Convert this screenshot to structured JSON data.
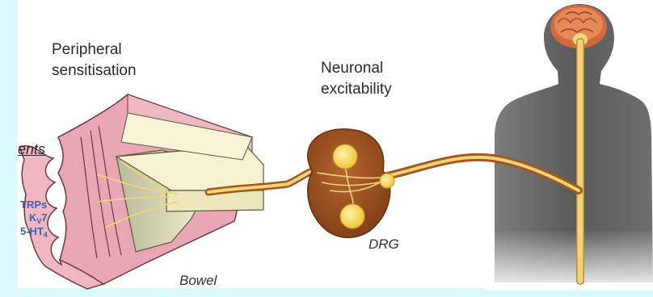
{
  "labels": {
    "peripheral_line1": "Peripheral",
    "peripheral_line2": "sensitisation",
    "neuronal_line1": "Neuronal",
    "neuronal_line2": "excitability",
    "cut_label": "ents",
    "drg": "DRG",
    "bowel": "Bowel"
  },
  "receptors": {
    "trp": "TRPs",
    "kv_base": "K",
    "kv_sub": "V",
    "kv_suffix": "7",
    "ht_base": "5-HT",
    "ht_sub": "4"
  },
  "colors": {
    "frame": "#d9f7fc",
    "body_silhouette": "#6e6e6e",
    "nerve": "#f3d27a",
    "ganglion": "#9e5523",
    "bowel_pink": "#e9a6b4",
    "bowel_cream": "#f3efc8",
    "receptor_text": "#3a63b0"
  }
}
